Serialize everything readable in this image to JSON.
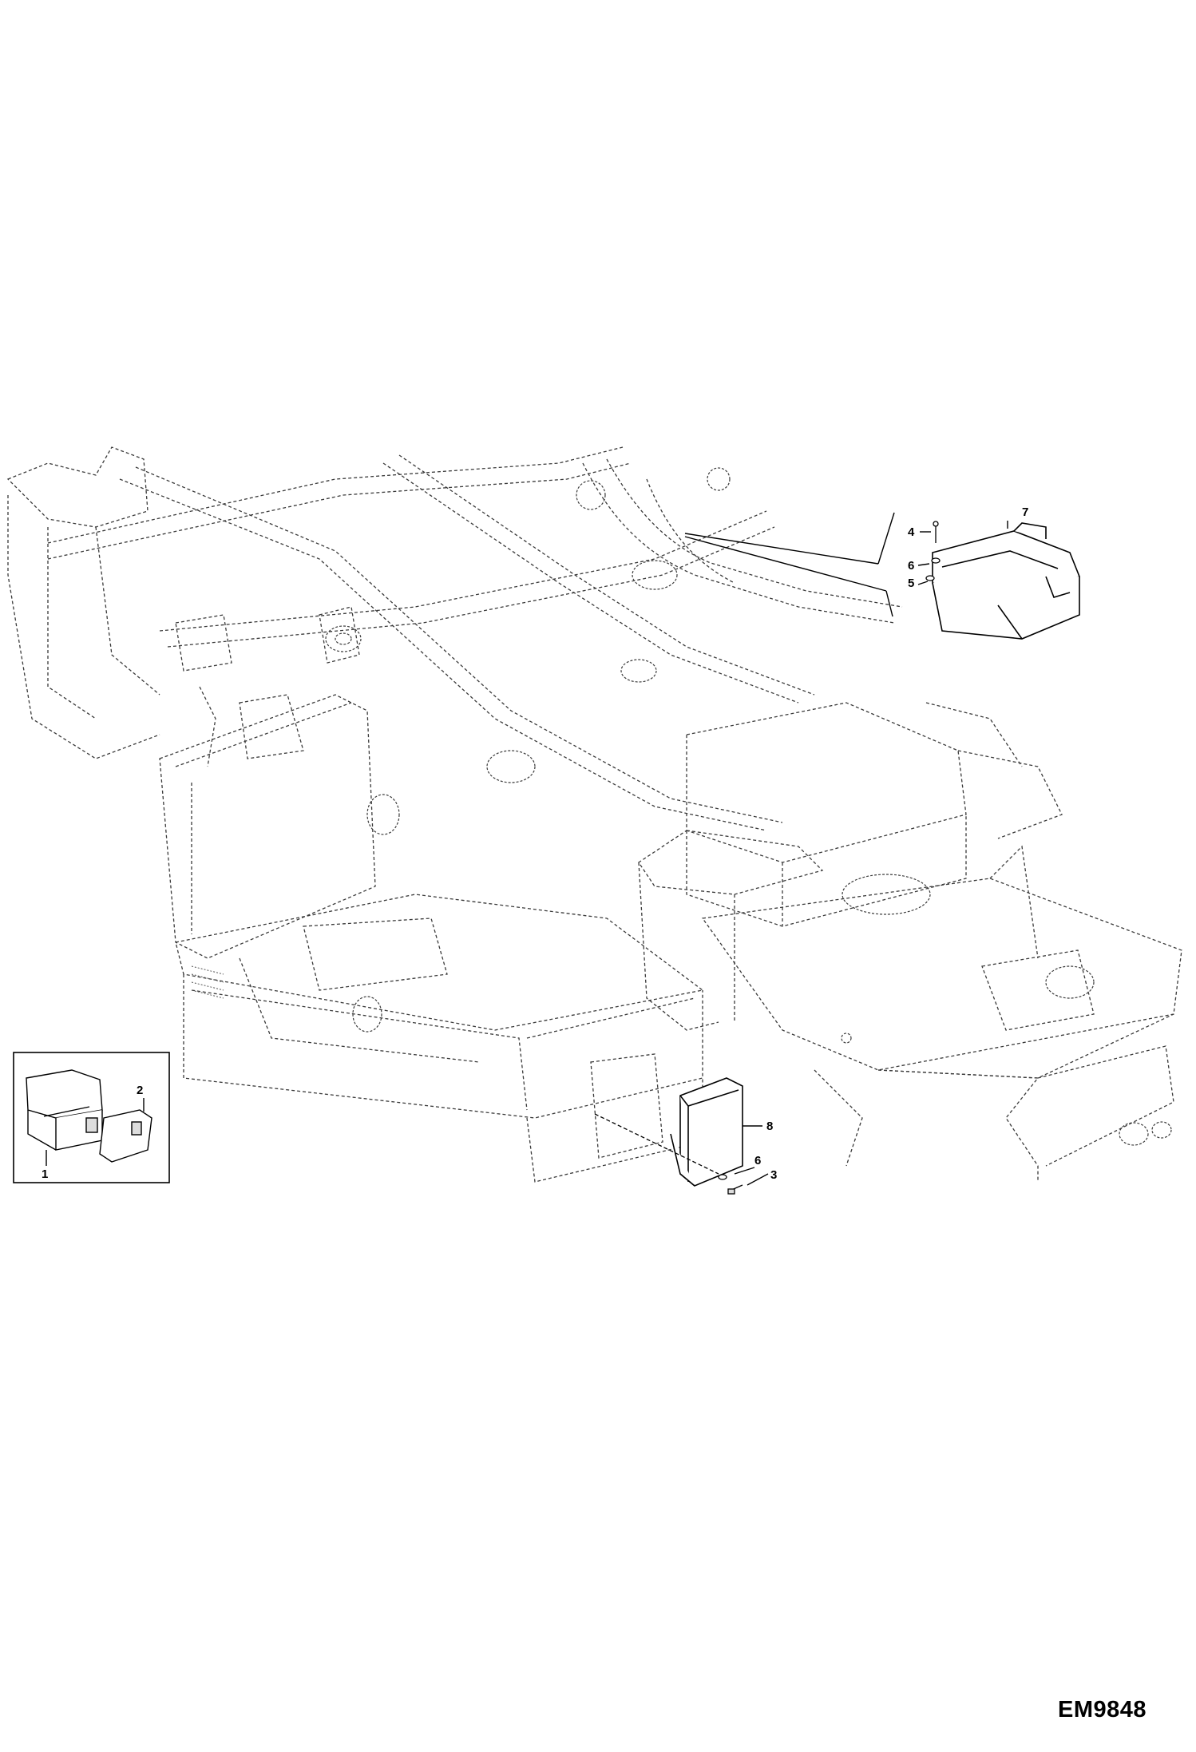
{
  "figure_code": "EM9848",
  "callouts": {
    "c1": "1",
    "c2": "2",
    "c3": "3",
    "c4": "4",
    "c5": "5",
    "c6a": "6",
    "c6b": "6",
    "c7": "7",
    "c8": "8"
  }
}
